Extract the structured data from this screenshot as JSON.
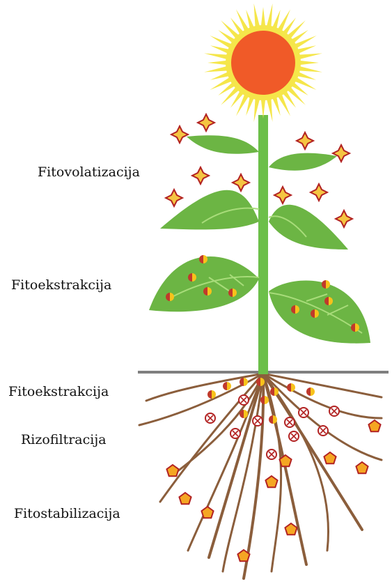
{
  "labels": {
    "fitovolatizacija": "Fitovolatizacija",
    "fitoekstrakcija_leaves": "Fitoekstrakcija",
    "fitoekstrakcija_roots": "Fitoekstrakcija",
    "rizofiltracija": "Rizofiltracija",
    "fitostabilizacija": "Fitostabilizacija"
  },
  "colors": {
    "petal": "#f5e64a",
    "center": "#f05a28",
    "stem": "#6cbf4a",
    "leaf": "#6cb544",
    "leaf_vein": "#a8dc7a",
    "ground": "#7f7f7f",
    "root": "#8b5e3c",
    "star_fill": "#f5c542",
    "star_stroke": "#b22222",
    "dot_yellow": "#f7c21b",
    "dot_red": "#c0392b",
    "pent_fill": "#f5a623",
    "pent_stroke": "#b22222"
  },
  "icons": {
    "volatile": "four-point-star-icon",
    "extracted": "half-circle-dot-icon",
    "filtered": "crossed-circle-icon",
    "stabilized": "pentagon-icon"
  }
}
